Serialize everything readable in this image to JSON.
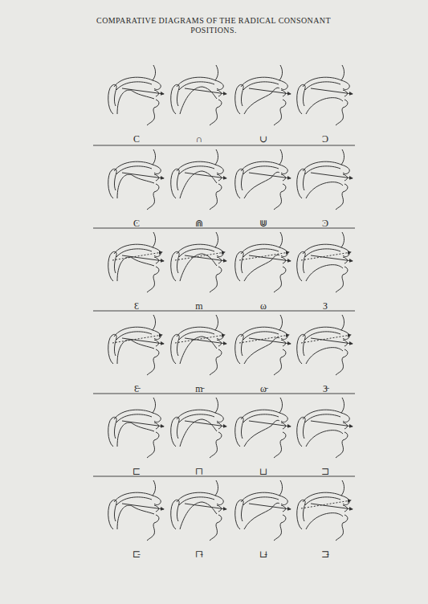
{
  "diagram": {
    "title": "COMPARATIVE DIAGRAMS OF THE RADICAL CONSONANT POSITIONS.",
    "labels": [
      "C",
      "∩",
      "∪",
      "Ɔ",
      "Ͼ",
      "⋒",
      "⋓",
      "Ͽ",
      "Ɛ",
      "m",
      "ω",
      "З",
      "Ɛ̵",
      "m̵",
      "ω̵",
      "З̵",
      "⊏",
      "⊓",
      "⊔",
      "⊐",
      "⊏̵",
      "⊓̵",
      "⊔̵",
      "⊐̵"
    ]
  }
}
